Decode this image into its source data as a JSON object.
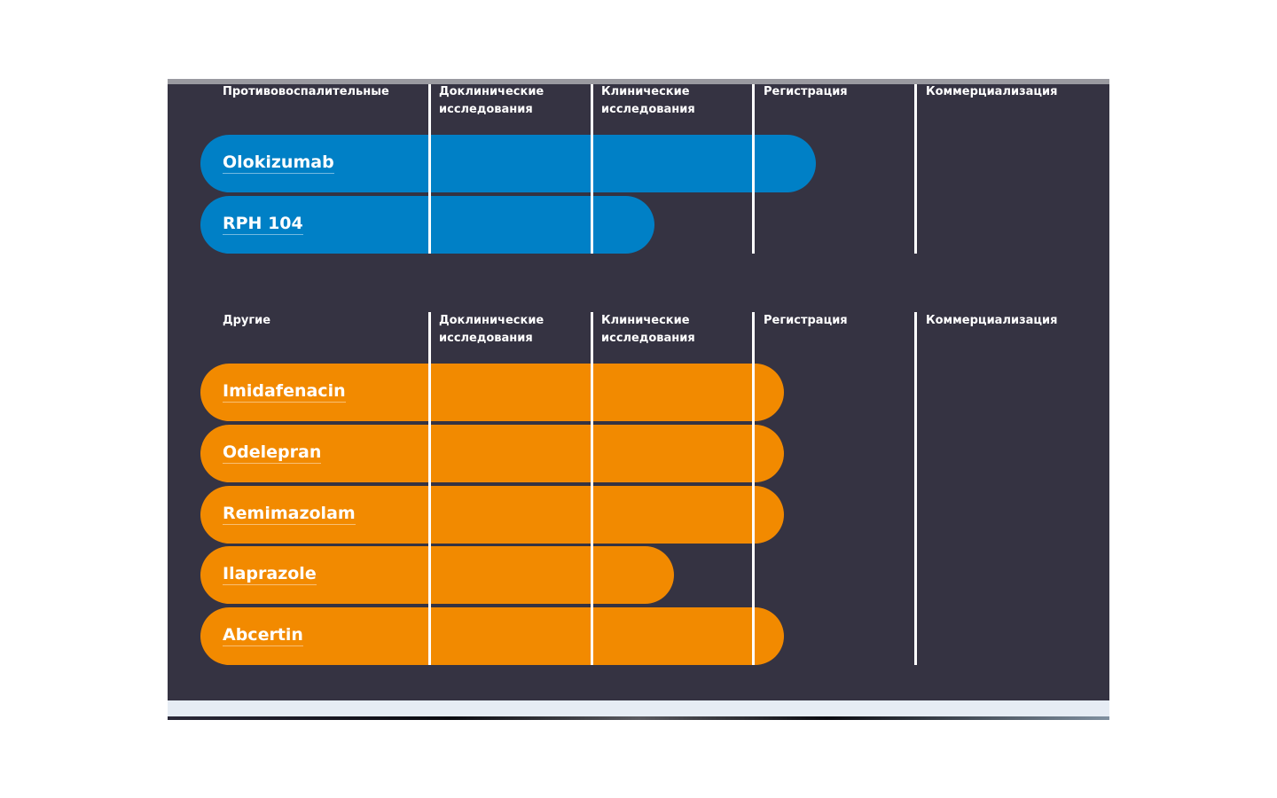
{
  "stages": [
    "Доклинические\nисследования",
    "Клинические\nисследования",
    "Регистрация",
    "Коммерциализация"
  ],
  "sections": [
    {
      "title": "Противовоспалительные",
      "color": "#0080c6",
      "items": [
        {
          "name": "Olokizumab",
          "progress": 3.39
        },
        {
          "name": "RPH 104",
          "progress": 2.39
        }
      ]
    },
    {
      "title": "Другие",
      "color": "#f28a00",
      "items": [
        {
          "name": "Imidafenacin",
          "progress": 3.19
        },
        {
          "name": "Odelepran",
          "progress": 3.19
        },
        {
          "name": "Remimazolam",
          "progress": 3.19
        },
        {
          "name": "Ilaprazole",
          "progress": 2.51
        },
        {
          "name": "Abcertin",
          "progress": 3.19
        }
      ]
    }
  ]
}
